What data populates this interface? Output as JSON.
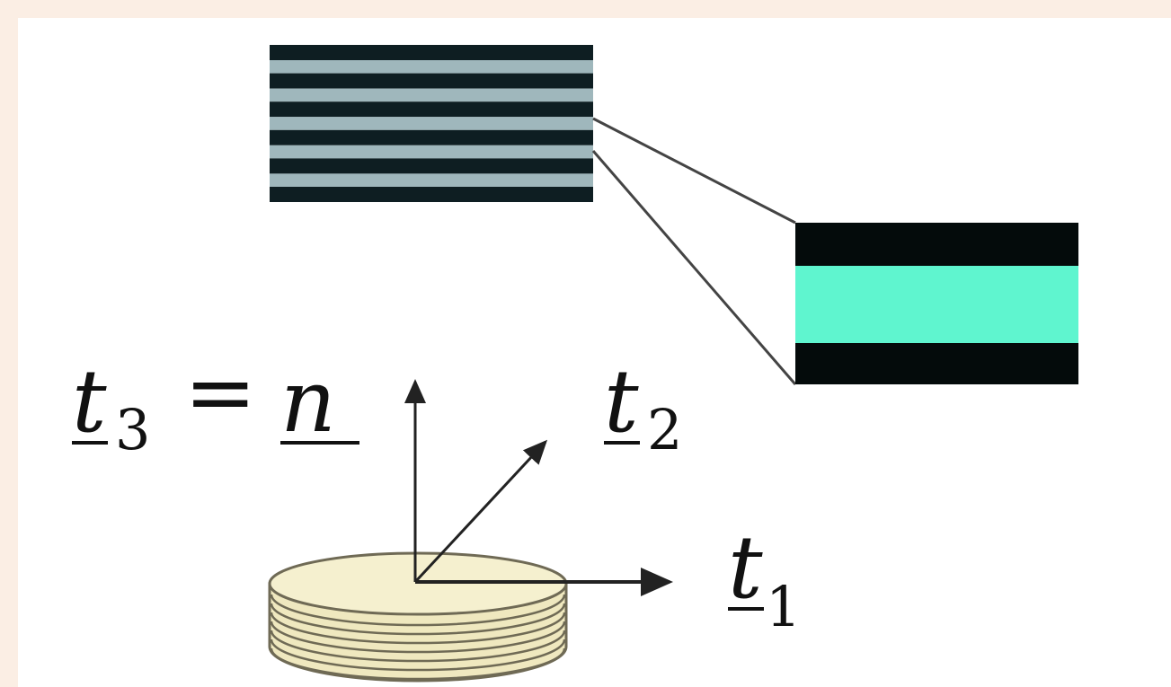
{
  "labels": {
    "t3": {
      "base": "t",
      "sub": "3"
    },
    "equals": "=",
    "n": "n",
    "t2": {
      "base": "t",
      "sub": "2"
    },
    "t1": {
      "base": "t",
      "sub": "1"
    }
  },
  "colors": {
    "background": "#fbeee4",
    "panel": "#ffffff",
    "layer_dark": "#0e1e22",
    "layer_light": "#9fb7bc",
    "zoom_dark": "#040b0b",
    "zoom_light": "#5ff5cf",
    "disk_fill": "#efe8bf",
    "disk_stroke": "#6f6a55",
    "arrow": "#222222"
  },
  "diagram": {
    "top_stack_layers": [
      "dark",
      "light",
      "dark",
      "light",
      "dark",
      "light",
      "dark",
      "light",
      "dark",
      "light",
      "dark"
    ],
    "zoom_layers": [
      "dark",
      "light",
      "dark"
    ],
    "disk_layers": 7
  }
}
